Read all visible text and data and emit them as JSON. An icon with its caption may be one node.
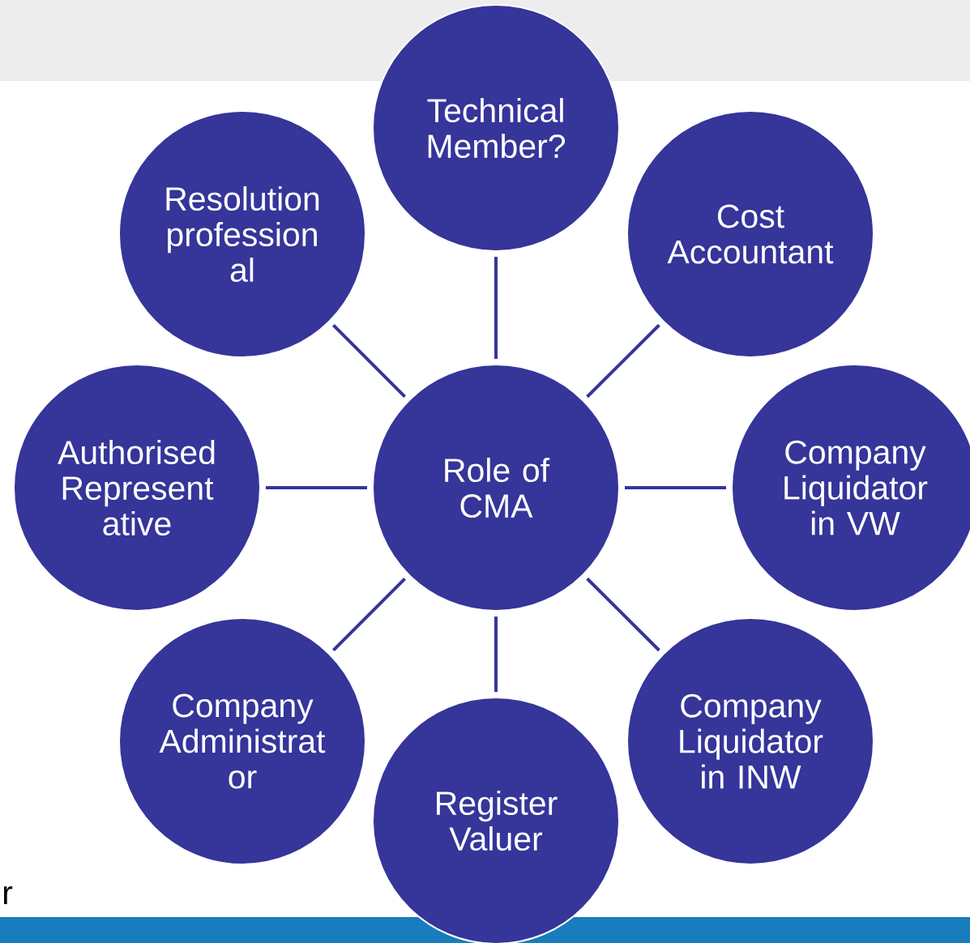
{
  "diagram": {
    "nodes": [
      {
        "text": [
          "Role of CMA"
        ]
      },
      {
        "text": [
          "Technical Member?"
        ]
      },
      {
        "text": [
          "Cost Accountant"
        ]
      },
      {
        "text": [
          "Company Liquidator in VW"
        ]
      },
      {
        "text": [
          "Company Liquidator in INW"
        ]
      },
      {
        "text": [
          "Register Valuer"
        ]
      },
      {
        "text": [
          "Company Administrat or"
        ]
      },
      {
        "text": [
          "Authorised Represent ative"
        ]
      },
      {
        "text": [
          "Resolution profession al"
        ]
      }
    ],
    "edges": [
      {
        "from": 0,
        "to": 1,
        "arrow": "none"
      },
      {
        "from": 0,
        "to": 2,
        "arrow": "none"
      },
      {
        "from": 0,
        "to": 3,
        "arrow": "none"
      },
      {
        "from": 0,
        "to": 4,
        "arrow": "none"
      },
      {
        "from": 0,
        "to": 5,
        "arrow": "none"
      },
      {
        "from": 0,
        "to": 6,
        "arrow": "none"
      },
      {
        "from": 0,
        "to": 7,
        "arrow": "none"
      },
      {
        "from": 0,
        "to": 8,
        "arrow": "none"
      }
    ],
    "labels": [
      "r"
    ]
  }
}
